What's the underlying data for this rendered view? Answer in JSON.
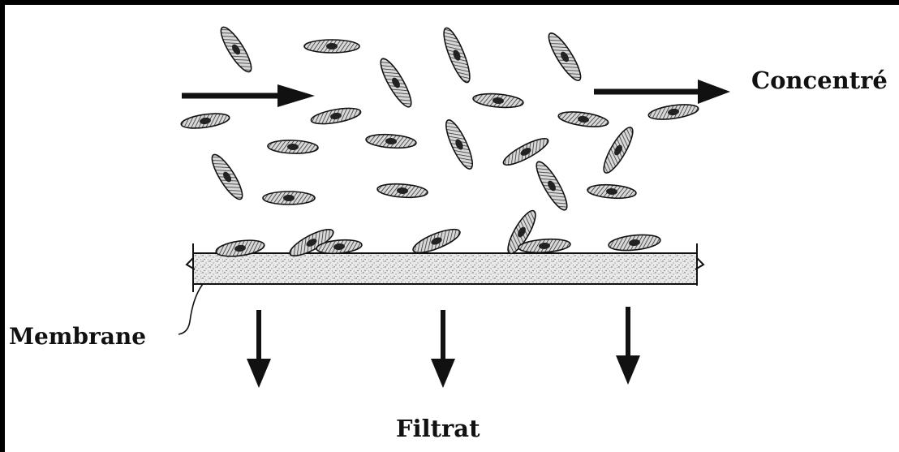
{
  "labels": {
    "concentrate": "Concentré",
    "membrane": "Membrane",
    "filtrate": "Filtrat"
  },
  "colors": {
    "background_border": "#000000",
    "canvas": "#ffffff",
    "ink": "#111111",
    "membrane_fill": "#e6e6e6"
  }
}
